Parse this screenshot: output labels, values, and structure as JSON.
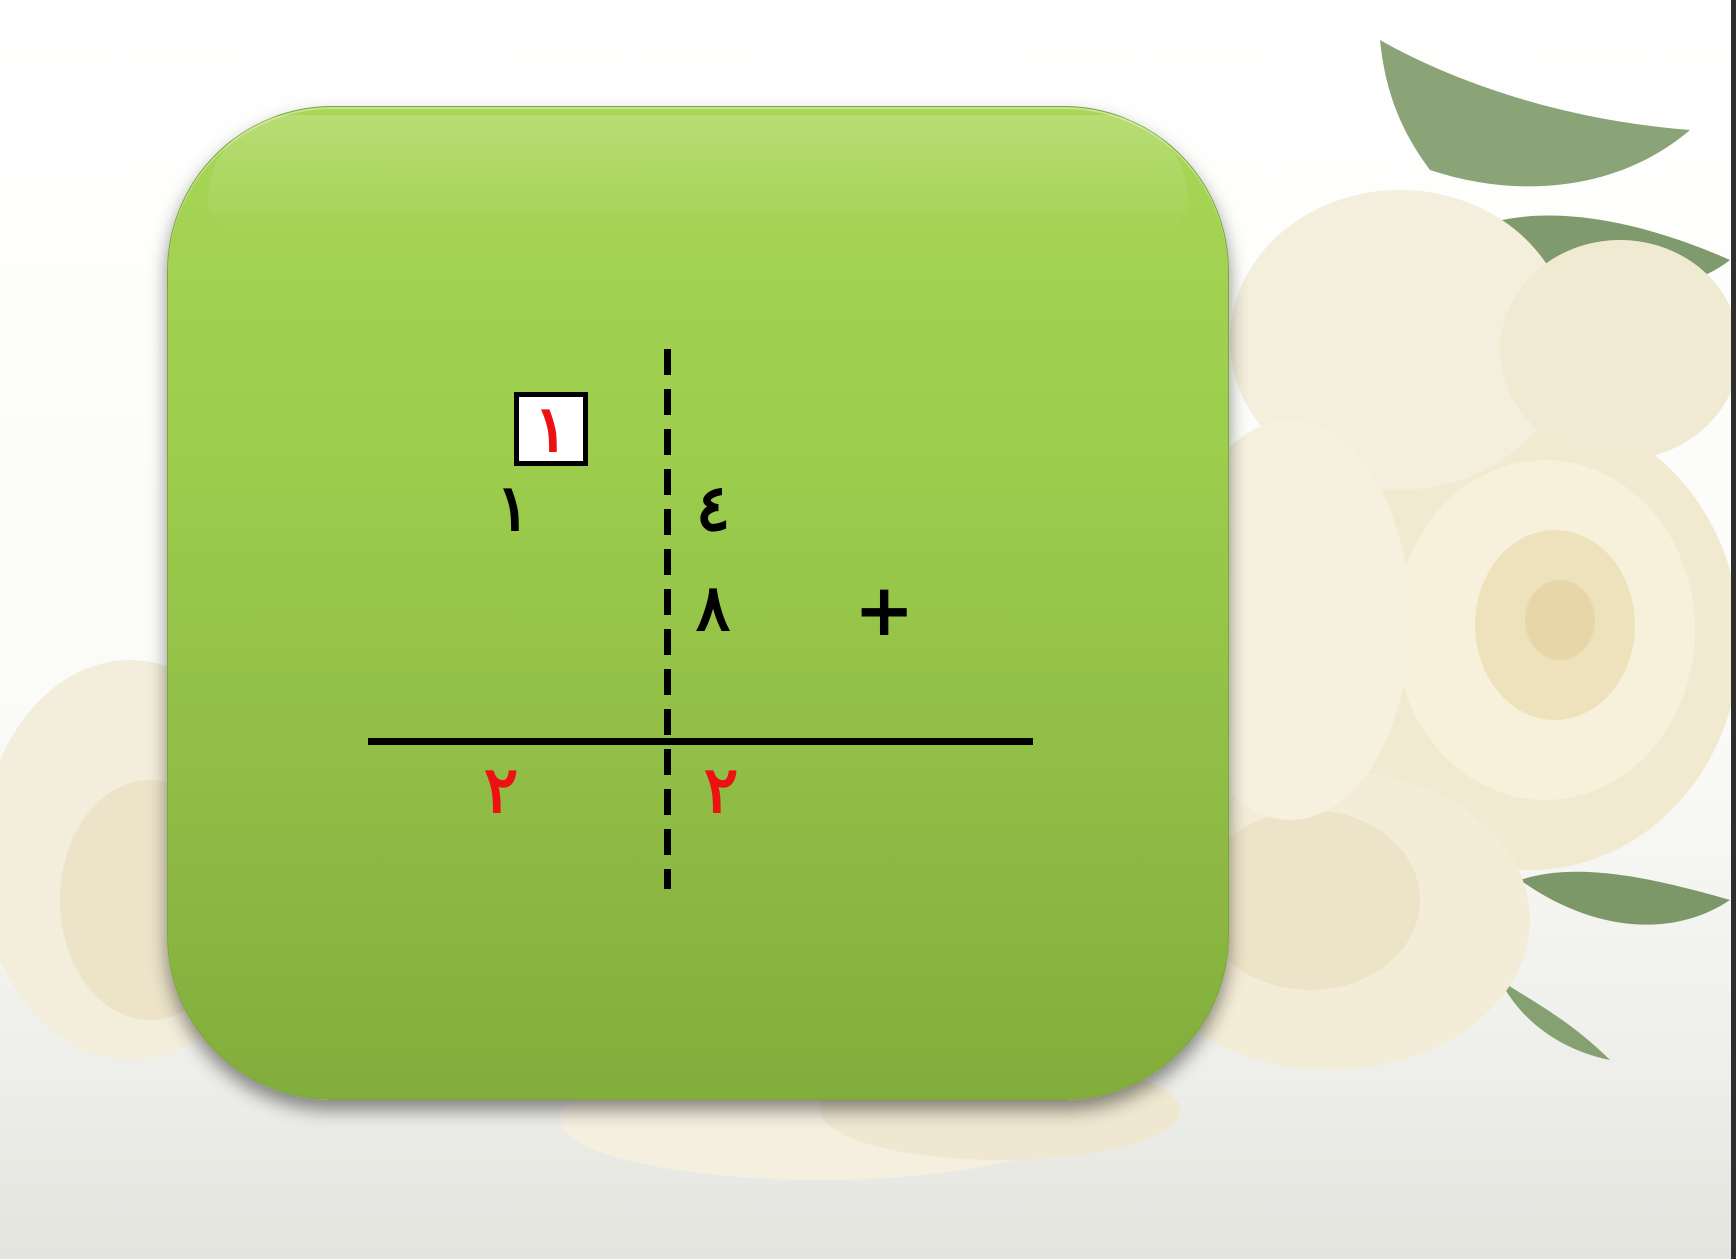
{
  "colors": {
    "card_green": "#9ccd4d",
    "ink_black": "#000000",
    "answer_red": "#ee1111"
  },
  "problem": {
    "carry": "١",
    "top_row": {
      "tens": "١",
      "ones": "٤"
    },
    "bottom_row": {
      "ones": "٨",
      "operator": "+"
    },
    "answer": {
      "tens": "٢",
      "ones": "٢"
    }
  }
}
